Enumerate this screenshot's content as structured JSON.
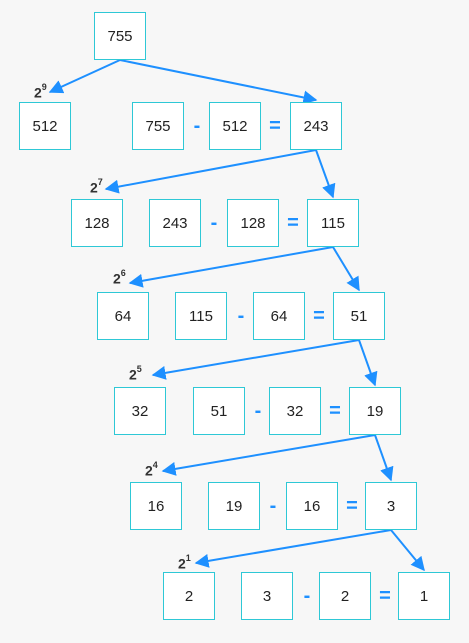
{
  "root": "755",
  "steps": [
    {
      "exponent_base": "2",
      "exponent": "9",
      "power": "512",
      "minuend": "755",
      "subtrahend": "512",
      "result": "243"
    },
    {
      "exponent_base": "2",
      "exponent": "7",
      "power": "128",
      "minuend": "243",
      "subtrahend": "128",
      "result": "115"
    },
    {
      "exponent_base": "2",
      "exponent": "6",
      "power": "64",
      "minuend": "115",
      "subtrahend": "64",
      "result": "51"
    },
    {
      "exponent_base": "2",
      "exponent": "5",
      "power": "32",
      "minuend": "51",
      "subtrahend": "32",
      "result": "19"
    },
    {
      "exponent_base": "2",
      "exponent": "4",
      "power": "16",
      "minuend": "19",
      "subtrahend": "16",
      "result": "3"
    },
    {
      "exponent_base": "2",
      "exponent": "1",
      "power": "2",
      "minuend": "3",
      "subtrahend": "2",
      "result": "1"
    }
  ],
  "symbols": {
    "minus": "-",
    "equals": "="
  },
  "colors": {
    "box_border": "#2ec8d6",
    "arrow": "#1e90ff",
    "operator": "#1e90ff"
  }
}
